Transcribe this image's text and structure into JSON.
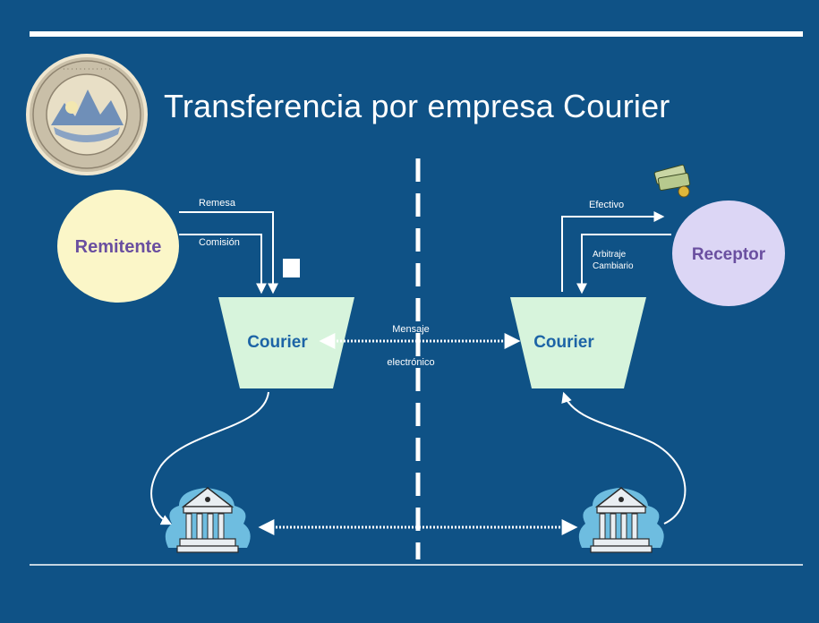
{
  "slide": {
    "title": "Transferencia por empresa Courier"
  },
  "diagram": {
    "sender": "Remitente",
    "receiver": "Receptor",
    "courier_left": "Courier",
    "courier_right": "Courier",
    "flow_remesa": "Remesa",
    "flow_comision": "Comisión",
    "flow_efectivo": "Efectivo",
    "flow_arbitraje_line1": "Arbitraje",
    "flow_arbitraje_line2": "Cambiario",
    "message_line1": "Mensaje",
    "message_line2": "electrónico"
  },
  "icons": [
    "seal-logo",
    "cash-icon",
    "bank-building-icon",
    "bank-building-icon"
  ],
  "colors": {
    "background": "#0f5286",
    "courier_fill": "#d7f4dc",
    "sender_fill": "#fbf6c8",
    "receiver_fill": "#dcd6f5",
    "label_purple": "#6a4fa0",
    "courier_text": "#1d64a6"
  }
}
